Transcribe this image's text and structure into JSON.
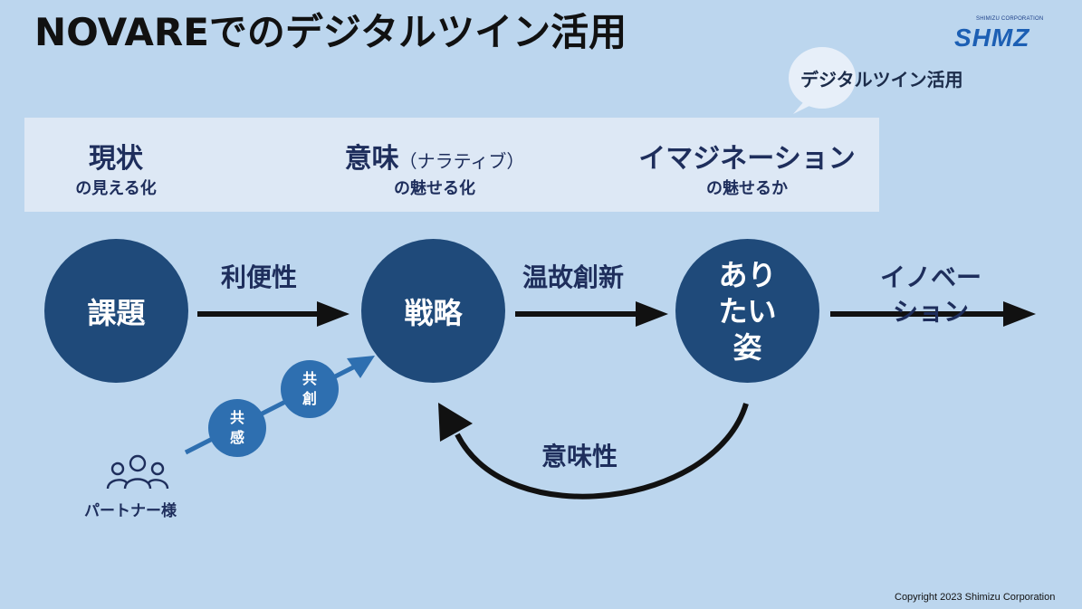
{
  "title": "NOVAREでのデジタルツイン活用",
  "logo": {
    "sub": "SHIMIZU CORPORATION",
    "main": "SHMZ"
  },
  "bubble": {
    "label": "デジタルツイン活用"
  },
  "band": {
    "current": {
      "head": "現状",
      "sub": "の見える化"
    },
    "meaning": {
      "head": "意味",
      "paren": "（ナラティブ）",
      "sub": "の魅せる化"
    },
    "imagination": {
      "head": "イマジネーション",
      "sub": "の魅せるか"
    }
  },
  "circles": {
    "issue": "課題",
    "strategy": "戦略",
    "ideal": [
      "あり",
      "たい",
      "姿"
    ]
  },
  "arrows": {
    "convenience": "利便性",
    "onkochishin": "温故創新",
    "innovation": [
      "イノベー",
      "ション"
    ],
    "meaningfulness": "意味性"
  },
  "small_circles": {
    "empathy": [
      "共",
      "感"
    ],
    "cocreation": [
      "共",
      "創"
    ]
  },
  "partner": {
    "label": "パートナー様",
    "icon": "people-group-icon"
  },
  "copyright": "Copyright 2023 Shimizu Corporation",
  "colors": {
    "background": "#bcd6ee",
    "circle": "#1f4a7a",
    "small_circle": "#2e6fb0",
    "band": "#dde8f5",
    "text": "#1e2e5c"
  }
}
